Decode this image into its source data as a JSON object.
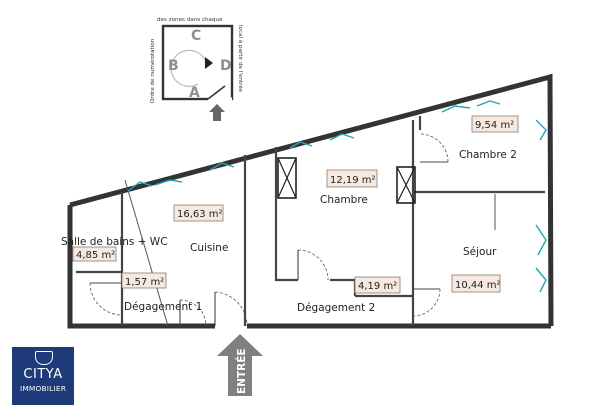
{
  "legend": {
    "top_text": "des zones dans chaque",
    "left_text": "Ordre de numérotation",
    "right_text": "local à partir de l'entrée",
    "letters": [
      "A",
      "B",
      "C",
      "D"
    ]
  },
  "rooms": [
    {
      "name": "Salle de bains + WC",
      "area": "4,85 m²"
    },
    {
      "name": "Cuisine",
      "area": "16,63 m²"
    },
    {
      "name": "Chambre",
      "area": "12,19 m²"
    },
    {
      "name": "Chambre 2",
      "area": "9,54 m²"
    },
    {
      "name": "Séjour",
      "area": "10,44 m²"
    },
    {
      "name": "Dégagement 1",
      "area": "1,57 m²"
    },
    {
      "name": "Dégagement 2",
      "area": "4,19 m²"
    }
  ],
  "entrance_label": "ENTRÉE",
  "logo": {
    "brand": "CITYA",
    "sub": "IMMOBILIER"
  },
  "colors": {
    "window": "#22a6b8",
    "area_box": "#f7e9df",
    "logo_bg": "#1e3a78"
  }
}
